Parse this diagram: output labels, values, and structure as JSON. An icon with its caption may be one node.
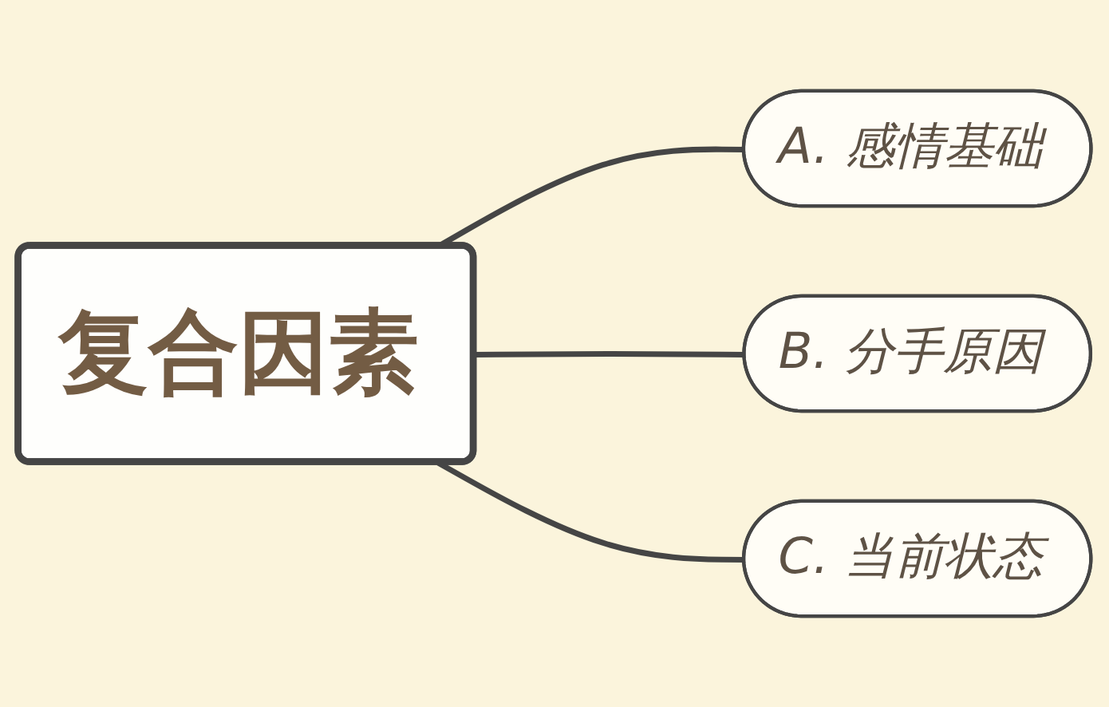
{
  "diagram": {
    "nodes": [
      {
        "text": [
          "复合因素"
        ]
      },
      {
        "text": [
          "A. 感情基础"
        ]
      },
      {
        "text": [
          "B. 分手原因"
        ]
      },
      {
        "text": [
          "C. 当前状态"
        ]
      }
    ],
    "edges": [
      {
        "from": 0,
        "to": 1,
        "arrow": "none"
      },
      {
        "from": 0,
        "to": 2,
        "arrow": "none"
      },
      {
        "from": 0,
        "to": 3,
        "arrow": "none"
      }
    ]
  }
}
